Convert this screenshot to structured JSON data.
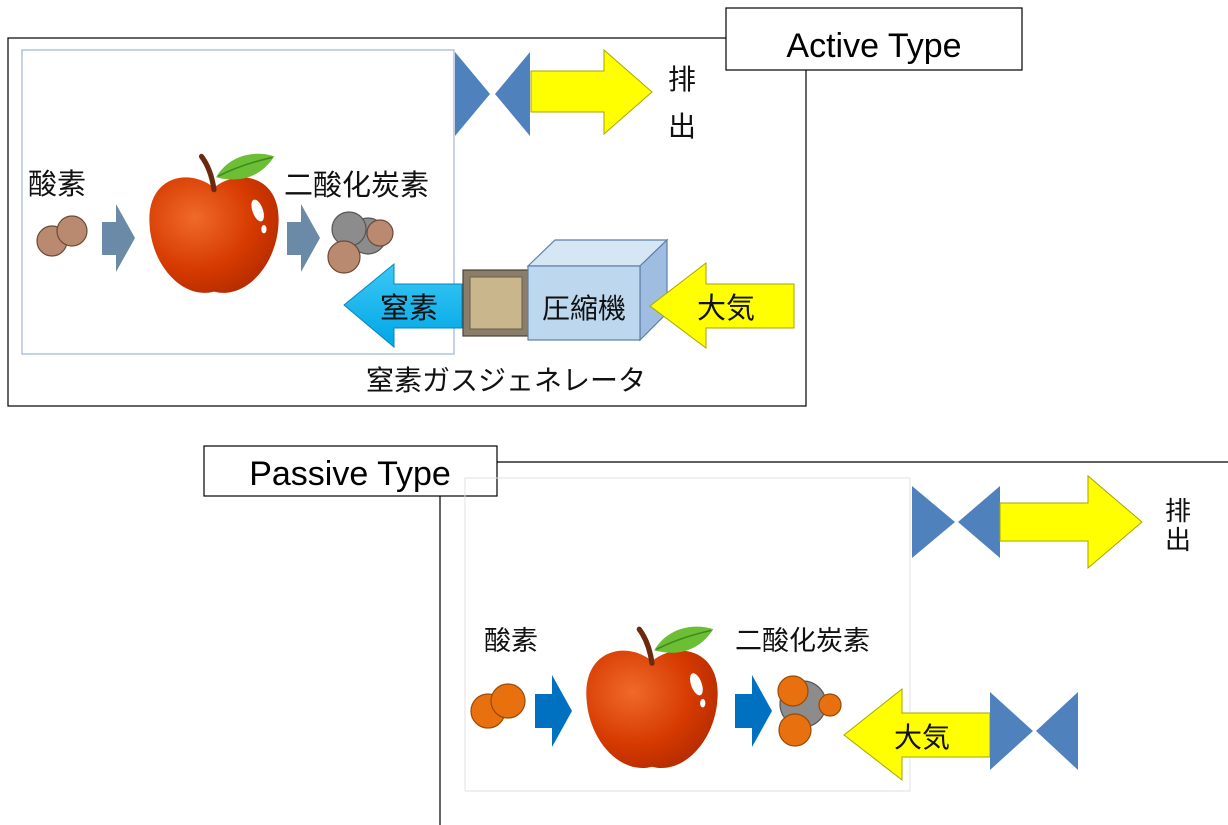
{
  "active": {
    "title": "Active Type",
    "oxygen": "酸素",
    "co2": "二酸化炭素",
    "exhaust": "排出",
    "exhaust_chars": [
      "排",
      "出"
    ],
    "nitrogen": "窒素",
    "compressor": "圧縮機",
    "air": "大気",
    "generator": "窒素ガスジェネレータ"
  },
  "passive": {
    "title": "Passive Type",
    "oxygen": "酸素",
    "co2": "二酸化炭素",
    "exhaust": "排出",
    "exhaust_chars": [
      "排",
      "出"
    ],
    "air": "大気"
  },
  "colors": {
    "valve": "#4f81bd",
    "arrow_yellow": "#ffff00",
    "arrow_gray": "#6b8aa8",
    "arrow_blue": "#0070c0",
    "arrow_nitrogen": "#00b0f0",
    "apple_red": "#d93a00",
    "leaf_green": "#66b832",
    "molecule_brown": "#b98a70",
    "molecule_gray": "#8c8c8c",
    "molecule_orange": "#e8700e",
    "compressor_box": "#bdd7ee",
    "filter_box": "#c9b68c"
  },
  "icons": [
    "apple-icon",
    "valve-icon",
    "molecule-icon",
    "arrow-icon",
    "compressor-icon",
    "filter-icon"
  ]
}
